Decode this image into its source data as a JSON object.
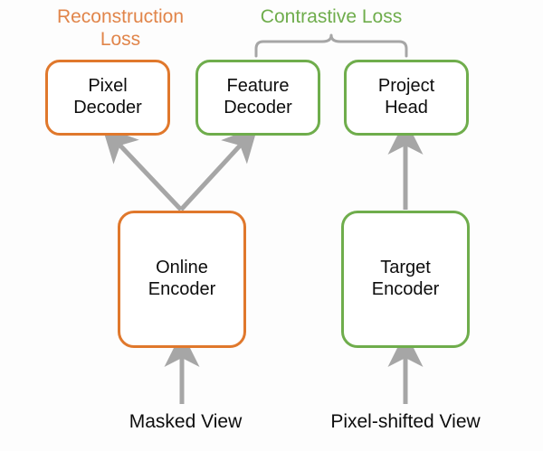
{
  "figure": {
    "background_color": "#fdfdfd",
    "arrow_color": "#a6a6a6",
    "brace_color": "#a6a6a6",
    "text_color": "#0d0d0d"
  },
  "colors": {
    "orange": "#e0782c",
    "orange_text": "#e1854a",
    "green": "#6fad4c",
    "green_text": "#6fad4c",
    "gray": "#a6a6a6"
  },
  "losses": [
    {
      "id": "reconstruction",
      "label_line1": "Reconstruction",
      "label_line2": "Loss",
      "color": "#e1854a"
    },
    {
      "id": "contrastive",
      "label_line1": "Contrastive Loss",
      "label_line2": "",
      "color": "#6fad4c"
    }
  ],
  "nodes": [
    {
      "id": "pixel-decoder",
      "line1": "Pixel",
      "line2": "Decoder",
      "border_color": "#e0782c"
    },
    {
      "id": "feature-decoder",
      "line1": "Feature",
      "line2": "Decoder",
      "border_color": "#6fad4c"
    },
    {
      "id": "project-head",
      "line1": "Project",
      "line2": "Head",
      "border_color": "#6fad4c"
    },
    {
      "id": "online-encoder",
      "line1": "Online",
      "line2": "Encoder",
      "border_color": "#e0782c"
    },
    {
      "id": "target-encoder",
      "line1": "Target",
      "line2": "Encoder",
      "border_color": "#6fad4c"
    }
  ],
  "inputs": [
    {
      "id": "masked-view",
      "label": "Masked View"
    },
    {
      "id": "pixel-shifted-view",
      "label": "Pixel-shifted View"
    }
  ],
  "edges": [
    {
      "from": "online-encoder",
      "to": "pixel-decoder",
      "style": "arrow"
    },
    {
      "from": "online-encoder",
      "to": "feature-decoder",
      "style": "arrow"
    },
    {
      "from": "target-encoder",
      "to": "project-head",
      "style": "arrow"
    },
    {
      "from": "masked-view",
      "to": "online-encoder",
      "style": "arrow"
    },
    {
      "from": "pixel-shifted-view",
      "to": "target-encoder",
      "style": "arrow"
    }
  ],
  "brace": {
    "spans": [
      "feature-decoder",
      "project-head"
    ],
    "label": "Contrastive Loss"
  }
}
